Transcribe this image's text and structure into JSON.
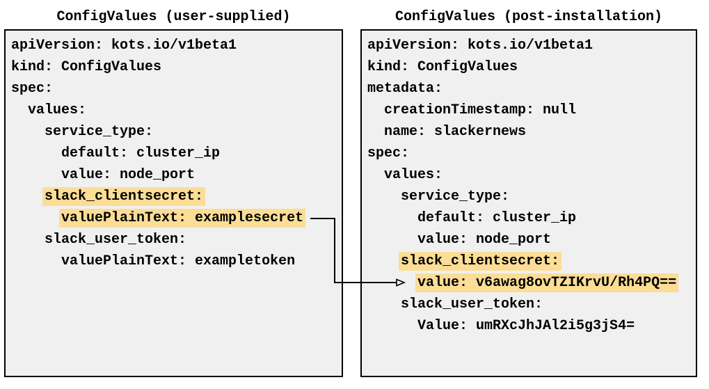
{
  "diagram": {
    "left_panel": {
      "title": "ConfigValues (user-supplied)",
      "lines": [
        {
          "indent": 0,
          "text": "apiVersion: kots.io/v1beta1",
          "highlight": false
        },
        {
          "indent": 0,
          "text": "kind: ConfigValues",
          "highlight": false
        },
        {
          "indent": 0,
          "text": "spec:",
          "highlight": false
        },
        {
          "indent": 2,
          "text": "values:",
          "highlight": false
        },
        {
          "indent": 4,
          "text": "service_type:",
          "highlight": false
        },
        {
          "indent": 6,
          "text": "default: cluster_ip",
          "highlight": false
        },
        {
          "indent": 6,
          "text": "value: node_port",
          "highlight": false
        },
        {
          "indent": 4,
          "text": "slack_clientsecret:",
          "highlight": true
        },
        {
          "indent": 6,
          "text": "valuePlainText: examplesecret",
          "highlight": true
        },
        {
          "indent": 4,
          "text": "slack_user_token:",
          "highlight": false
        },
        {
          "indent": 6,
          "text": "valuePlainText: exampletoken",
          "highlight": false
        }
      ]
    },
    "right_panel": {
      "title": "ConfigValues (post-installation)",
      "lines": [
        {
          "indent": 0,
          "text": "apiVersion: kots.io/v1beta1",
          "highlight": false
        },
        {
          "indent": 0,
          "text": "kind: ConfigValues",
          "highlight": false
        },
        {
          "indent": 0,
          "text": "metadata:",
          "highlight": false
        },
        {
          "indent": 2,
          "text": "creationTimestamp: null",
          "highlight": false
        },
        {
          "indent": 2,
          "text": "name: slackernews",
          "highlight": false
        },
        {
          "indent": 0,
          "text": "spec:",
          "highlight": false
        },
        {
          "indent": 2,
          "text": "values:",
          "highlight": false
        },
        {
          "indent": 4,
          "text": "service_type:",
          "highlight": false
        },
        {
          "indent": 6,
          "text": "default: cluster_ip",
          "highlight": false
        },
        {
          "indent": 6,
          "text": "value: node_port",
          "highlight": false
        },
        {
          "indent": 4,
          "text": "slack_clientsecret:",
          "highlight": true
        },
        {
          "indent": 6,
          "text": "value: v6awag8ovTZIKrvU/Rh4PQ==",
          "highlight": true
        },
        {
          "indent": 4,
          "text": "slack_user_token:",
          "highlight": false
        },
        {
          "indent": 6,
          "text": "Value: umRXcJhJAl2i5g3jS4=",
          "highlight": false
        }
      ]
    },
    "arrow": {
      "from": "valuePlainText: examplesecret",
      "to": "value: v6awag8ovTZIKrvU/Rh4PQ=="
    },
    "colors": {
      "highlight": "#fbdd96",
      "box_bg": "#f0f0f0",
      "box_border": "#000000",
      "text": "#000000"
    }
  }
}
